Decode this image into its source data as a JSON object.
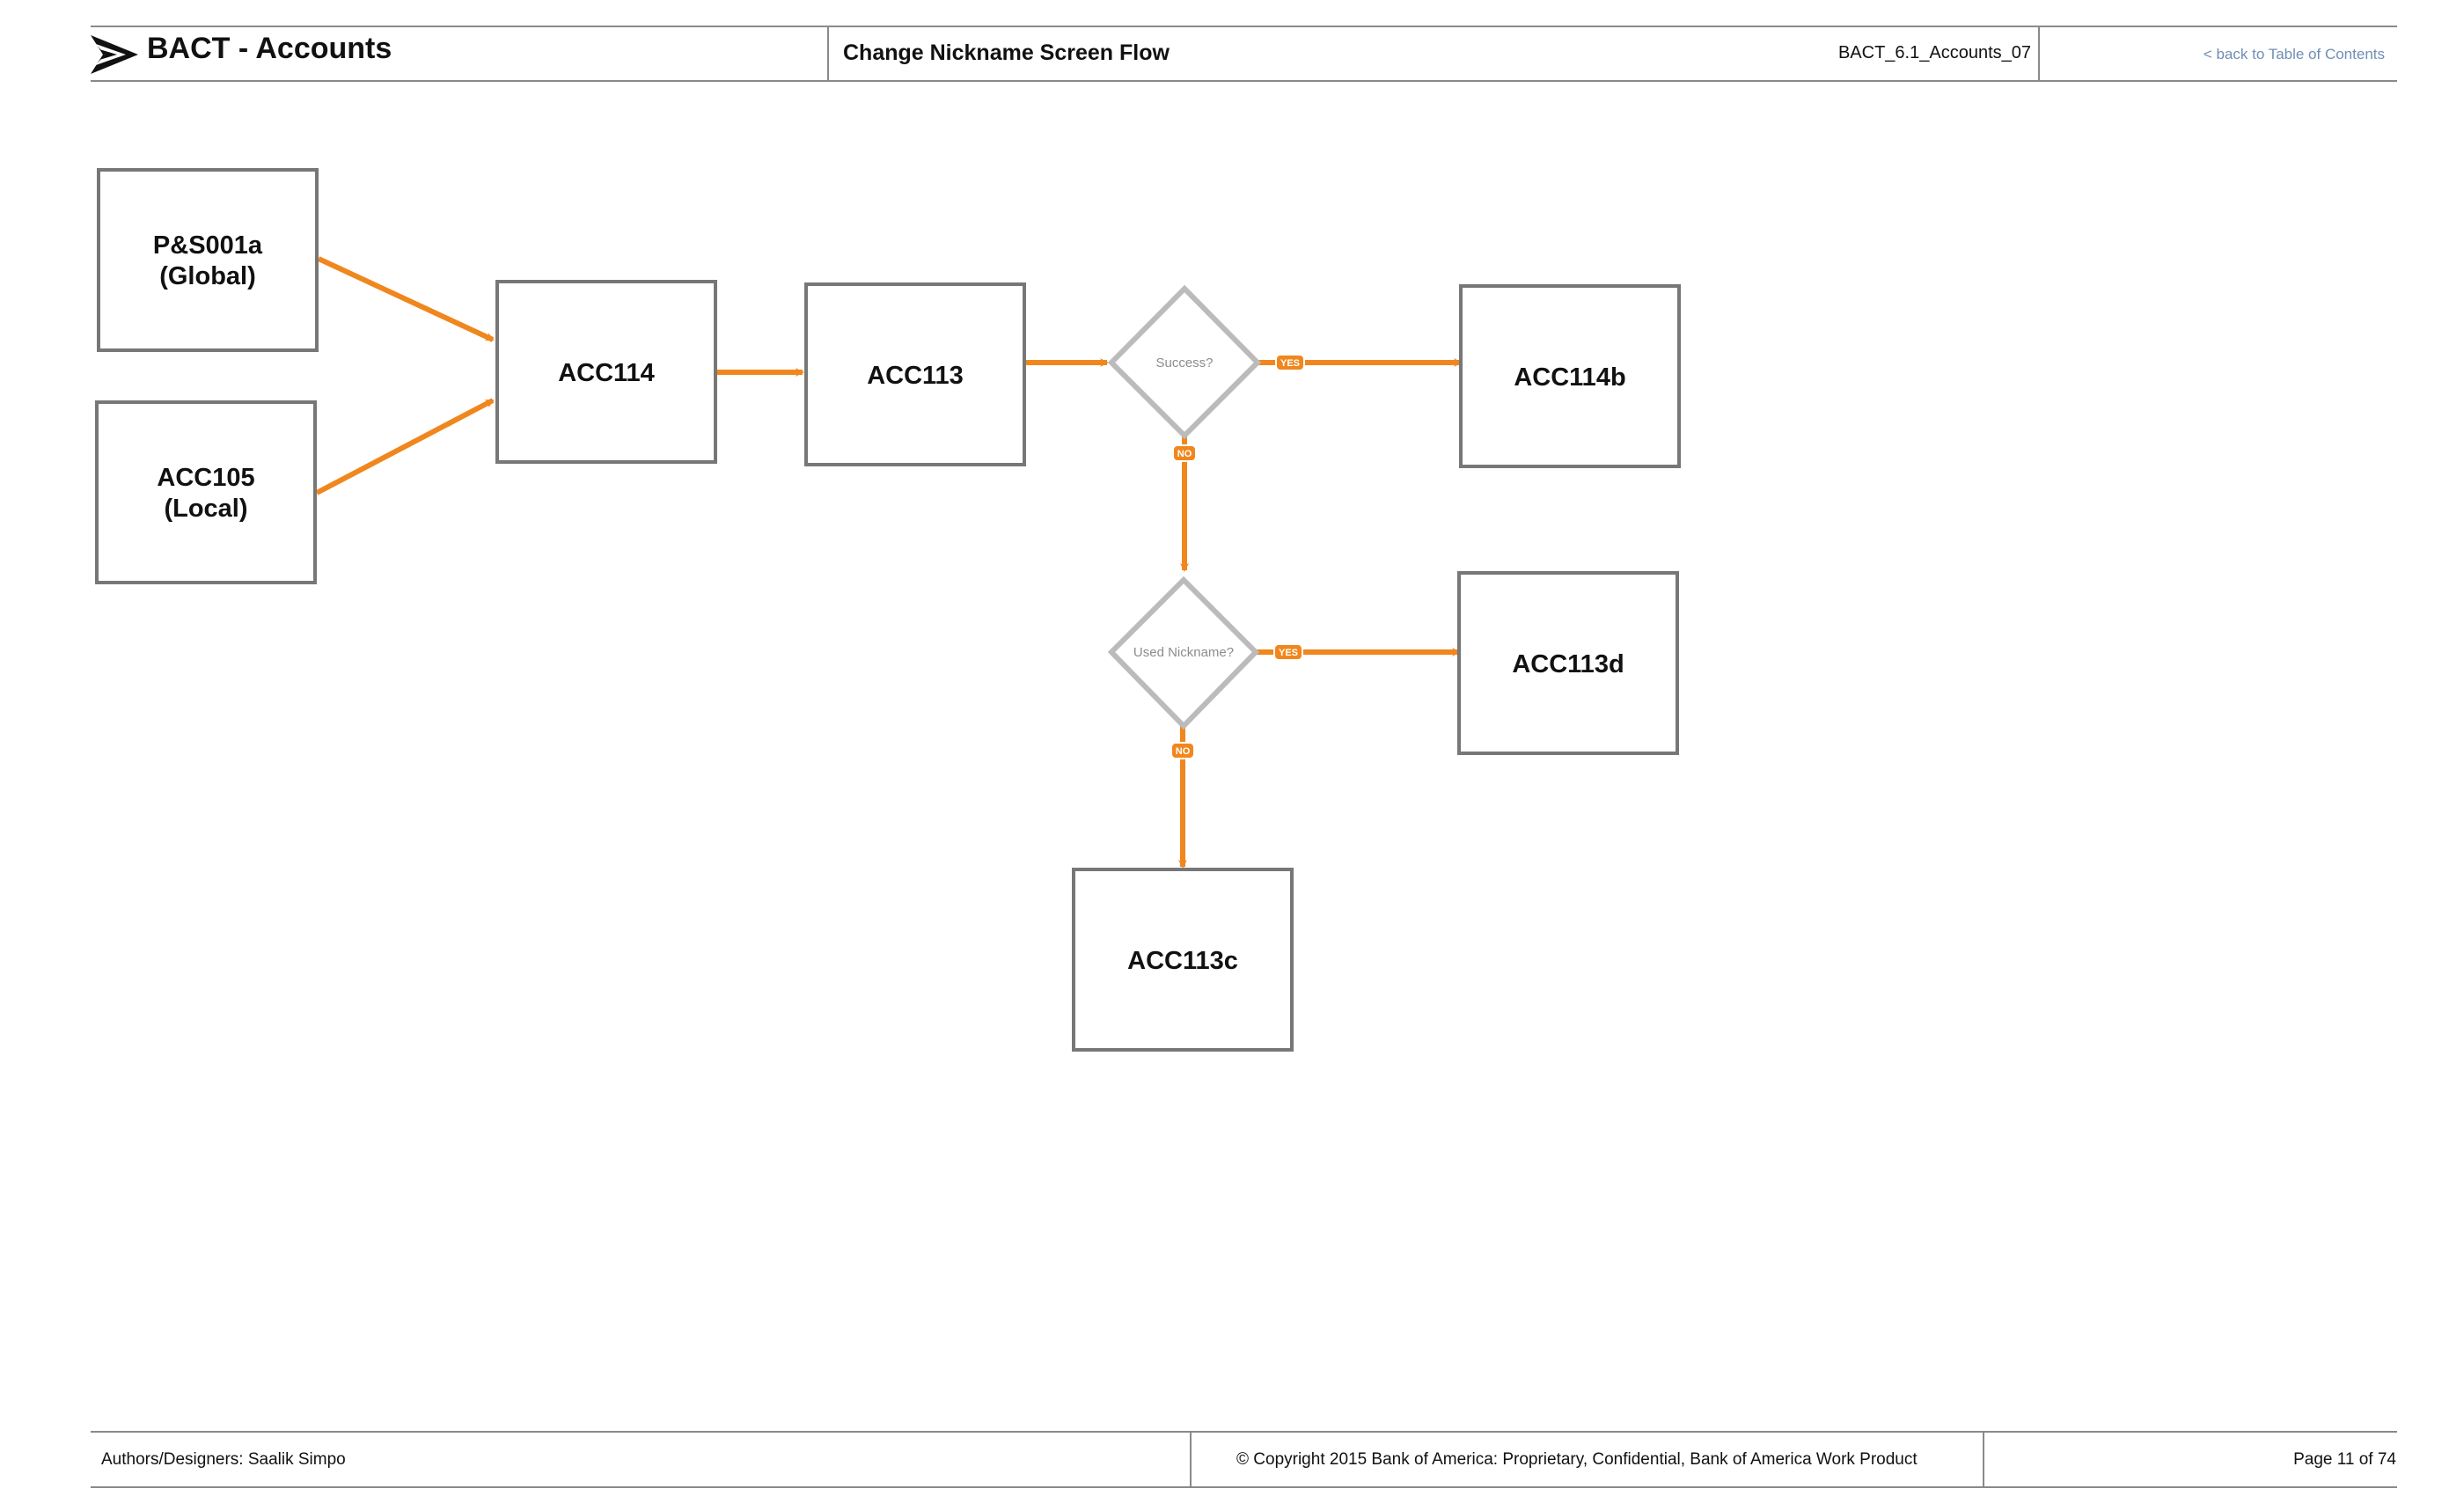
{
  "header": {
    "doc_title": "BACT - Accounts",
    "screen_title": "Change Nickname Screen Flow",
    "doc_id": "BACT_6.1_Accounts_07",
    "toc_link": "< back to Table of Contents"
  },
  "diagram": {
    "nodes": {
      "ps001a": {
        "line1": "P&S001a",
        "line2": "(Global)"
      },
      "acc105": {
        "line1": "ACC105",
        "line2": "(Local)"
      },
      "acc114": {
        "label": "ACC114"
      },
      "acc113": {
        "label": "ACC113"
      },
      "acc114b": {
        "label": "ACC114b"
      },
      "acc113d": {
        "label": "ACC113d"
      },
      "acc113c": {
        "label": "ACC113c"
      }
    },
    "decisions": {
      "success": {
        "label": "Success?",
        "yes": "YES",
        "no": "NO"
      },
      "used_nickname": {
        "label": "Used Nickname?",
        "yes": "YES",
        "no": "NO"
      }
    },
    "colors": {
      "arrow": "#f0871e",
      "box_border": "#777777",
      "diamond_border": "#bbbbbb"
    }
  },
  "footer": {
    "authors": "Authors/Designers:  Saalik Simpo",
    "copyright": "© Copyright 2015 Bank of America: Proprietary, Confidential, Bank of America Work Product",
    "page": "Page 11  of 74"
  }
}
